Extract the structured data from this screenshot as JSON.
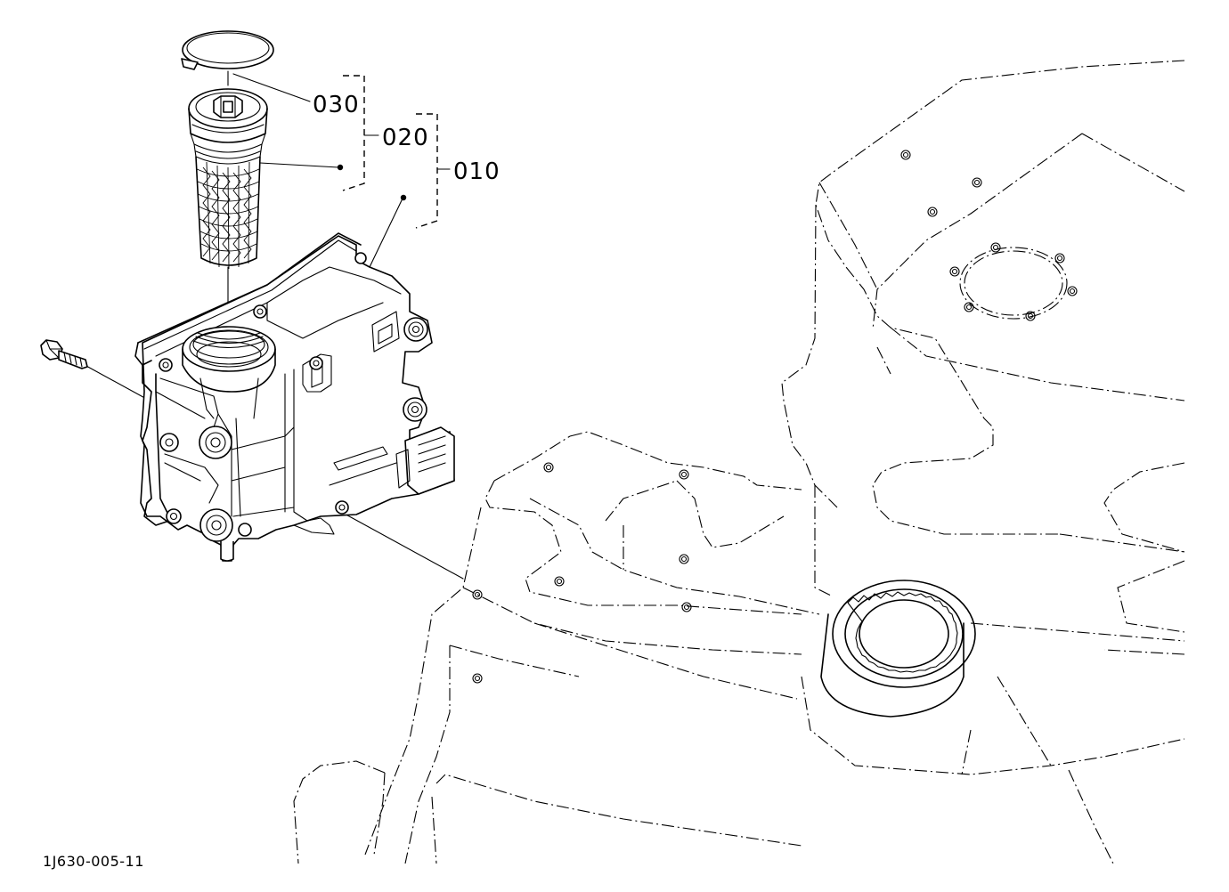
{
  "callouts": {
    "part_030": "030",
    "part_020": "020",
    "part_010": "010"
  },
  "figure_id": "1J630-005-11",
  "colors": {
    "line": "#000000",
    "background": "#ffffff"
  }
}
